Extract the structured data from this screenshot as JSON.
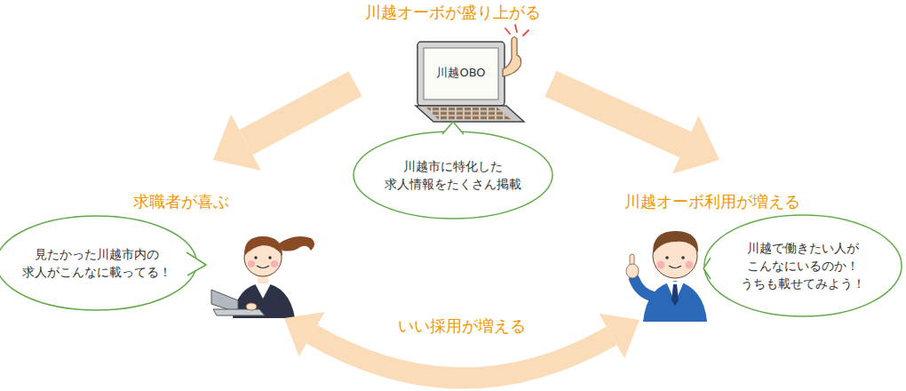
{
  "diagram": {
    "nodes": [
      {
        "text": [
          "川越オーボが盛り上がる",
          "川越OBO"
        ]
      },
      {
        "text": [
          "川越市に特化した 求人情報をたくさん掲載"
        ]
      },
      {
        "text": [
          "求職者が喜ぶ",
          "見たかった川越市内の 求人がこんなに載ってる！"
        ]
      },
      {
        "text": [
          "川越オーボ利用が増える",
          "川越で働きたい人が こんなにいるのか！ うちも載せてみよう！"
        ]
      }
    ],
    "edges": [
      {
        "from": 0,
        "to": 2,
        "arrow": "to"
      },
      {
        "from": 0,
        "to": 3,
        "arrow": "to"
      },
      {
        "from": 2,
        "to": 3,
        "arrow": "both",
        "label": "いい採用が増える"
      }
    ]
  }
}
